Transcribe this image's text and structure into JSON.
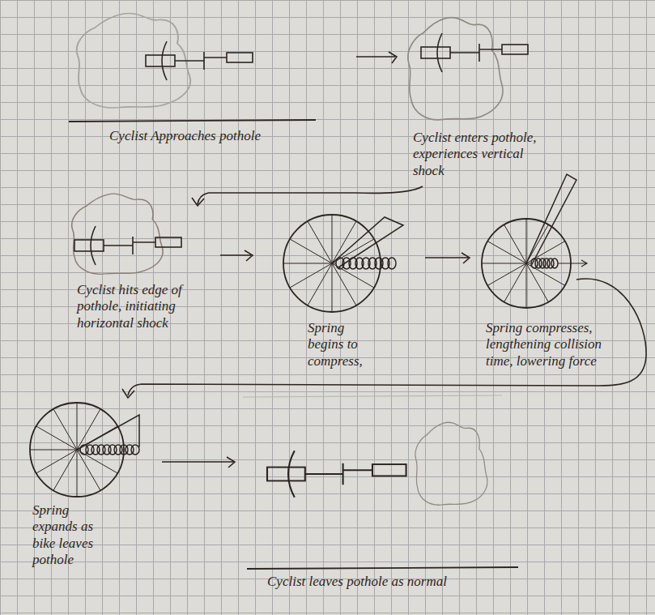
{
  "diagram": {
    "labels": [
      "Cyclist Approaches pothole",
      "Cyclist enters pothole, experiences vertical shock",
      "Cyclist hits edge of pothole, initiating horizontal shock",
      "Spring begins to compress,",
      "Spring compresses, lengthening collision time, lowering force",
      "Spring expands as bike leaves pothole",
      "Cyclist leaves pothole as normal"
    ]
  }
}
